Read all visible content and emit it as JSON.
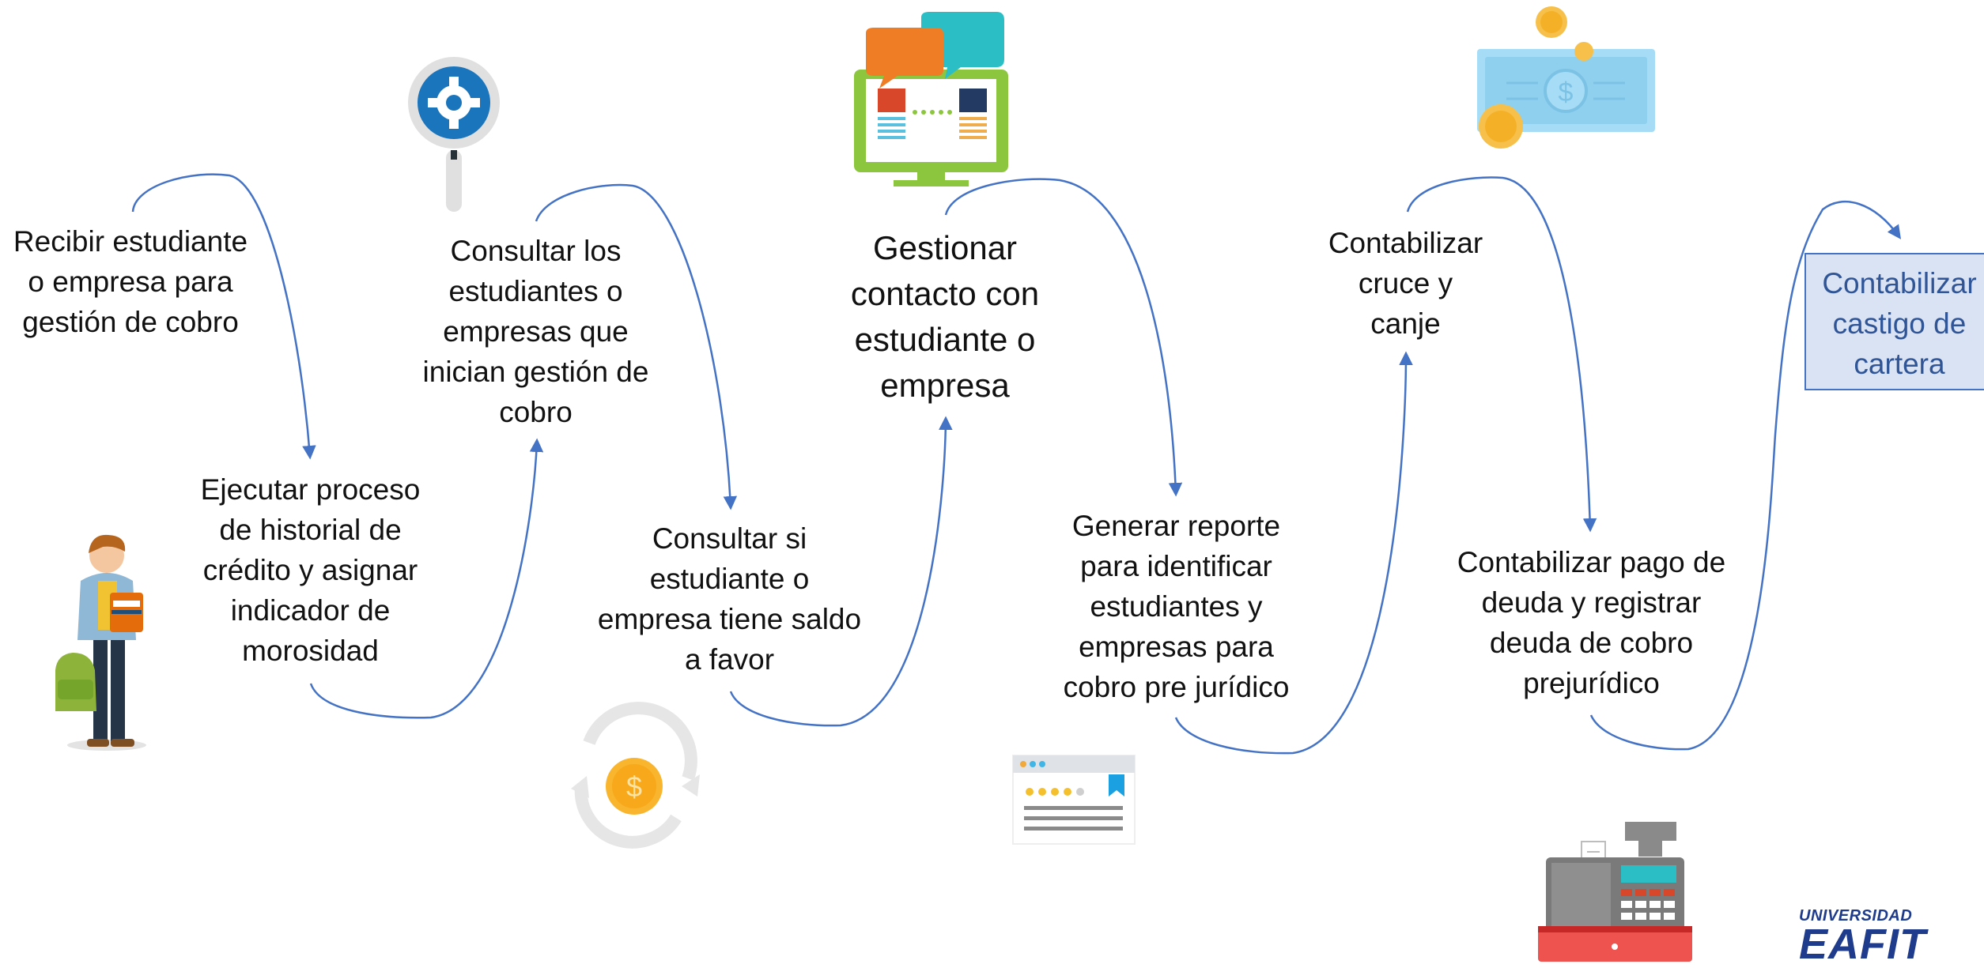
{
  "steps": [
    "Recibir estudiante\no empresa para\ngestión de cobro",
    "Ejecutar proceso\nde historial de\ncrédito y asignar\nindicador de\nmorosidad",
    "Consultar los\nestudiantes o\nempresas que\ninician gestión de\ncobro",
    "Consultar si\nestudiante o\nempresa tiene saldo\na favor",
    "Gestionar\ncontacto con\nestudiante o\nempresa",
    "Generar reporte\npara identificar\nestudiantes y\nempresas para\ncobro pre jurídico",
    "Contabilizar\ncruce y\ncanje",
    "Contabilizar pago de\ndeuda y registrar\ndeuda de cobro\nprejurídico",
    "Contabilizar\ncastigo de\ncartera"
  ],
  "logo": {
    "line1": "UNIVERSIDAD",
    "line2": "EAFIT"
  },
  "colors": {
    "connector": "#4472c4",
    "final_fill": "#dae3f3",
    "final_text": "#2f5597"
  },
  "icons": [
    "student-icon",
    "gear-magnifier-icon",
    "money-cycle-icon",
    "chat-monitor-icon",
    "report-card-icon",
    "banknote-icon",
    "cash-register-icon"
  ]
}
